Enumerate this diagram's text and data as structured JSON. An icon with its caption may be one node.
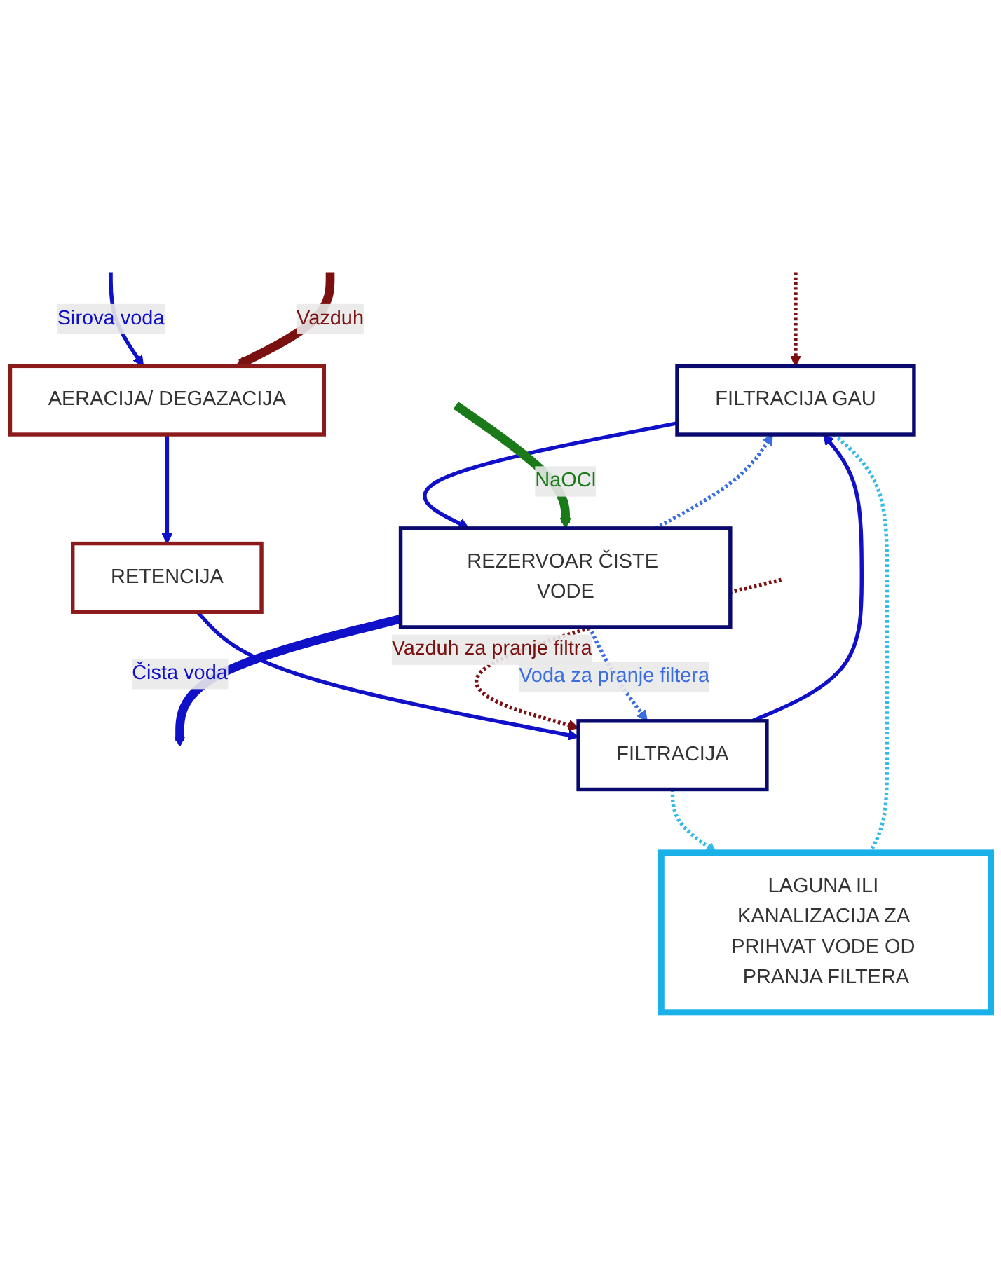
{
  "diagram": {
    "nodes": [
      {
        "text": [
          "AERACIJA/ DEGAZACIJA"
        ]
      },
      {
        "text": [
          "RETENCIJA"
        ]
      },
      {
        "text": [
          "FILTRACIJA"
        ]
      },
      {
        "text": [
          "LAGUNA ILI KANALIZACIJA ZA PRIHVAT VODE OD PRANJA FILTERA"
        ]
      },
      {
        "text": [
          "FILTRACIJA GAU"
        ]
      },
      {
        "text": [
          "REZERVOAR ČISTE VODE"
        ]
      }
    ],
    "edges": [
      {
        "from": null,
        "to": 0,
        "arrow": "to",
        "label": "Sirova voda"
      },
      {
        "from": null,
        "to": 0,
        "arrow": "to",
        "label": "Vazduh",
        "style": "thick",
        "color": "#7a1010"
      },
      {
        "from": 0,
        "to": 1,
        "arrow": "to"
      },
      {
        "from": 1,
        "to": 2,
        "arrow": "to"
      },
      {
        "from": 2,
        "to": 4,
        "arrow": "to"
      },
      {
        "from": 4,
        "to": 5,
        "arrow": "to"
      },
      {
        "from": null,
        "to": 5,
        "arrow": "to",
        "label": "NaOCl",
        "style": "thick",
        "color": "#1a7a1a"
      },
      {
        "from": 5,
        "to": null,
        "arrow": "to",
        "label": "Čista voda",
        "style": "thick"
      },
      {
        "from": 2,
        "to": 3,
        "arrow": "to",
        "style": "dashed",
        "color": "#33bbe8"
      },
      {
        "from": 4,
        "to": 3,
        "arrow": "none",
        "style": "dashed",
        "color": "#33bbe8"
      },
      {
        "from": null,
        "to": 2,
        "arrow": "to",
        "label": "Vazduh za pranje filtra",
        "style": "dashed",
        "color": "#7a1010"
      },
      {
        "from": null,
        "to": 4,
        "arrow": "to",
        "style": "dashed",
        "color": "#7a1010"
      },
      {
        "from": 5,
        "to": 2,
        "arrow": "to",
        "label": "Voda za pranje filtera",
        "style": "dashed",
        "color": "#3a6ee0"
      },
      {
        "from": 5,
        "to": 4,
        "arrow": "to",
        "style": "dashed",
        "color": "#3a6ee0"
      }
    ]
  }
}
